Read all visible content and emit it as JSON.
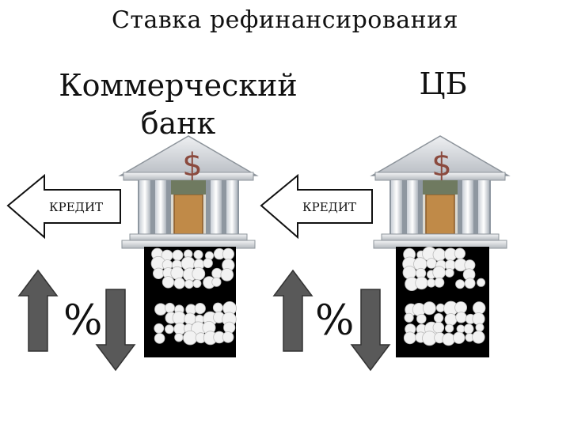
{
  "title": "Ставка рефинансирования",
  "left_bank": {
    "label": "Коммерческий банк",
    "currency_symbol": "$",
    "arrow_label": "КРЕДИТ",
    "percent_symbol": "%"
  },
  "right_bank": {
    "label": "ЦБ",
    "currency_symbol": "$",
    "arrow_label": "КРЕДИТ",
    "percent_symbol": "%"
  },
  "colors": {
    "roof": "#d9dce0",
    "column": "#ffffff",
    "door": "#c08a48",
    "foundation": "#000000",
    "arrow_fill": "#ffffff",
    "updown_arrow": "#595959",
    "dollar": "#8b4a3e"
  }
}
